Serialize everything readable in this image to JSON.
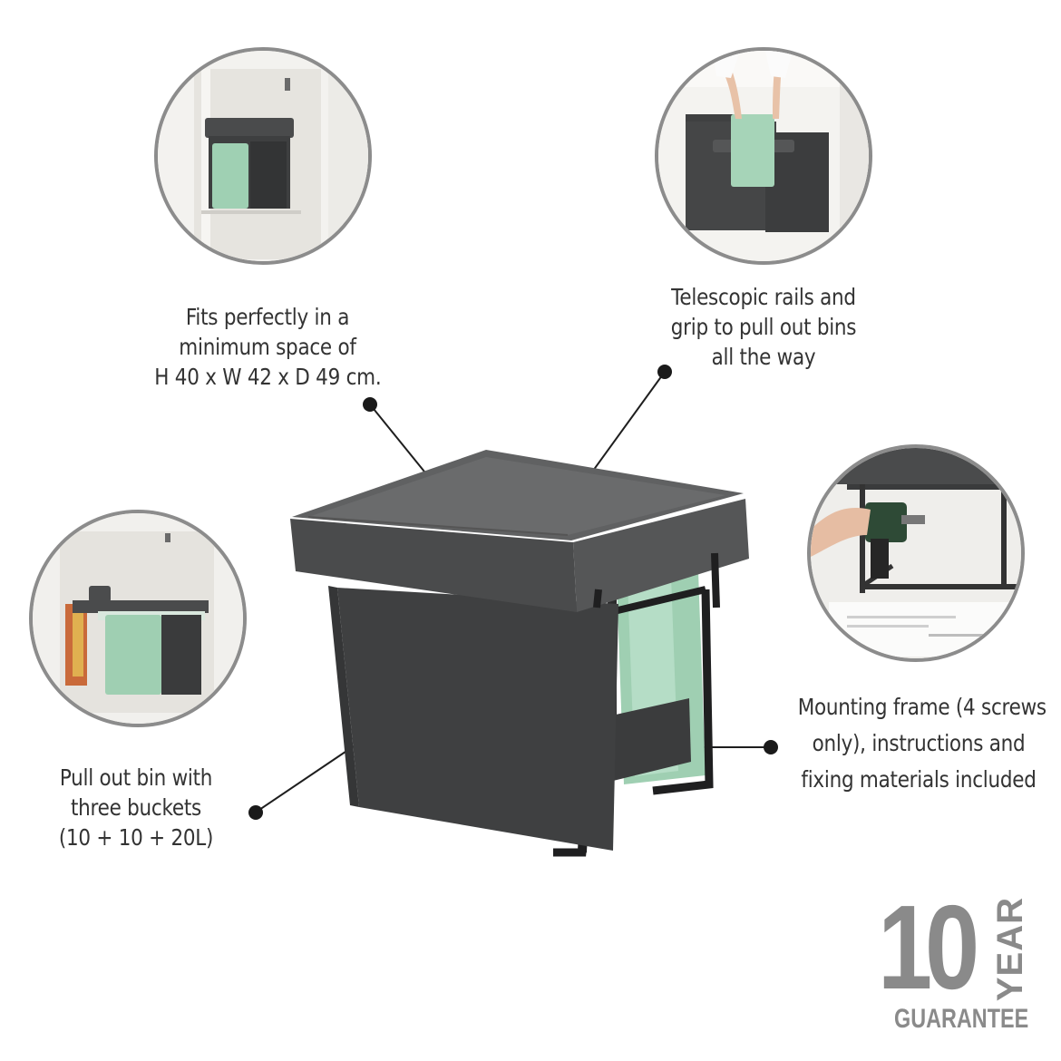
{
  "callouts": {
    "fits": {
      "lines": [
        "Fits perfectly in a",
        "minimum space of",
        "H 40 x W 42 x D 49 cm."
      ]
    },
    "rails": {
      "lines": [
        "Telescopic rails and",
        "grip to pull out bins",
        "all the way"
      ]
    },
    "mounting": {
      "lines": [
        "Mounting frame (4 screws",
        "only), instructions and",
        "fixing materials included"
      ]
    },
    "buckets": {
      "lines": [
        "Pull out bin with",
        "three buckets",
        "(10 + 10 + 20L)"
      ]
    }
  },
  "guarantee": {
    "number": "10",
    "unit": "YEAR",
    "label": "GUARANTEE"
  },
  "colors": {
    "bin_body": "#404142",
    "bin_lid": "#5a5b5c",
    "bucket_mint": "#9fcfb2",
    "circle_border": "#8c8c8c",
    "guarantee_grey": "#8a8a8a"
  }
}
